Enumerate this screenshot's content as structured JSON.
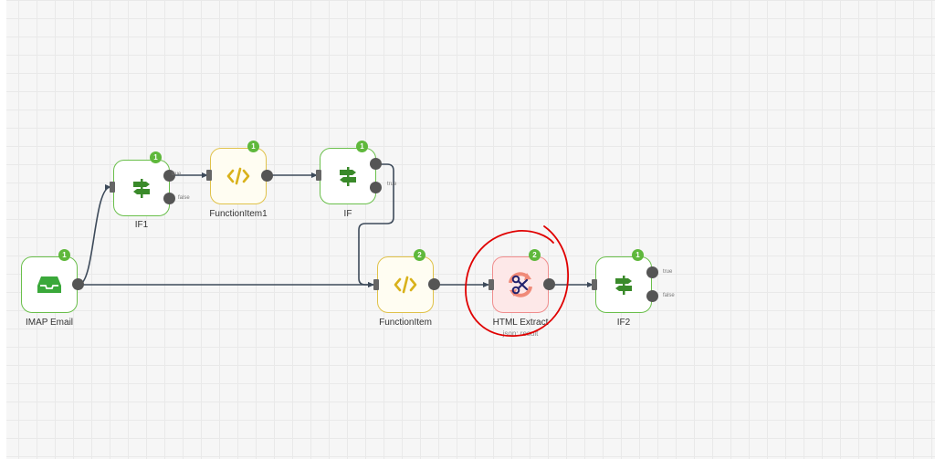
{
  "colors": {
    "green_border": "#6abf4b",
    "yellow_border": "#e0c24a",
    "red_border": "#f08e8e",
    "badge": "#5fb83c",
    "annotation": "#e00000"
  },
  "nodes": {
    "imap": {
      "label": "IMAP Email",
      "badge": "1",
      "icon": "inbox-icon"
    },
    "if1": {
      "label": "IF1",
      "badge": "1",
      "icon": "signpost-icon",
      "true_label": "true",
      "false_label": "false"
    },
    "function_item1": {
      "label": "FunctionItem1",
      "badge": "1",
      "icon": "code-icon"
    },
    "if": {
      "label": "IF",
      "badge": "1",
      "icon": "signpost-icon",
      "true_label": "true"
    },
    "function_item": {
      "label": "FunctionItem",
      "badge": "2",
      "icon": "code-icon"
    },
    "html_extract": {
      "label": "HTML Extract",
      "sublabel": "json: result",
      "badge": "2",
      "icon": "scissors-refresh-icon"
    },
    "if2": {
      "label": "IF2",
      "badge": "1",
      "icon": "signpost-icon",
      "true_label": "true",
      "false_label": "false"
    }
  }
}
